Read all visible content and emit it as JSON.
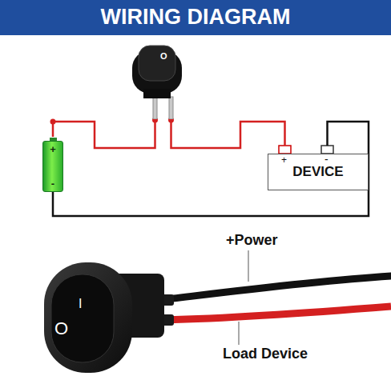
{
  "diagram": {
    "title": "WIRING DIAGRAM",
    "nodes": [
      {
        "text": [
          "+",
          "-"
        ]
      },
      {
        "text": [
          "O"
        ]
      },
      {
        "text": [
          "DEVICE"
        ]
      }
    ],
    "edges": [
      {
        "from": 0,
        "to": 1,
        "arrow": "none"
      },
      {
        "from": 1,
        "to": 2,
        "arrow": "none"
      },
      {
        "from": 2,
        "to": 0,
        "arrow": "none"
      }
    ],
    "labels": [
      "+",
      "-",
      "I",
      "O",
      "+Power",
      "Load Device"
    ]
  }
}
